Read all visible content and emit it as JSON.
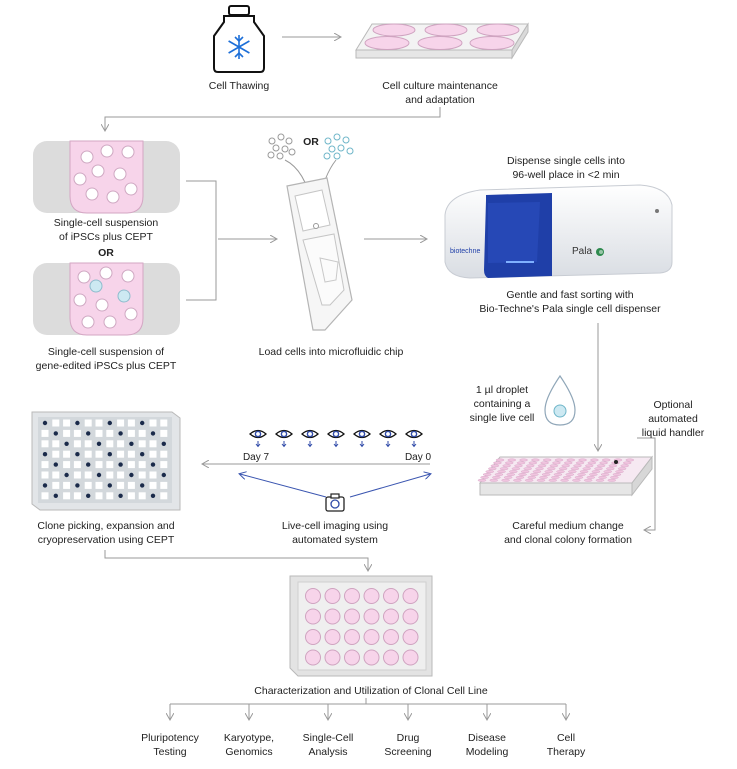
{
  "labels": {
    "cell_thawing": "Cell Thawing",
    "culture_1": "Cell culture maintenance",
    "culture_2": "and adaptation",
    "susp1_1": "Single-cell suspension",
    "susp1_2": "of iPSCs plus CEPT",
    "or_1": "OR",
    "or_2": "OR",
    "susp2_1": "Single-cell suspension of",
    "susp2_2": "gene-edited iPSCs plus CEPT",
    "load_chip": "Load cells into microfluidic chip",
    "dispense_1": "Dispense single cells into",
    "dispense_2": "96-well place in <2 min",
    "gentle_1": "Gentle and fast sorting with",
    "gentle_2": "Bio-Techne's Pala single cell dispenser",
    "droplet_1": "1 µl droplet",
    "droplet_2": "containing a",
    "droplet_3": "single live cell",
    "optional_1": "Optional",
    "optional_2": "automated",
    "optional_3": "liquid handler",
    "day7": "Day 7",
    "day0": "Day 0",
    "clone_1": "Clone picking, expansion and",
    "clone_2": "cryopreservation using CEPT",
    "live_1": "Live-cell imaging using",
    "live_2": "automated system",
    "careful_1": "Careful medium change",
    "careful_2": "and clonal colony formation",
    "characterization": "Characterization and Utilization of Clonal Cell Line",
    "brand_logo": "biotechne",
    "brand_pala": "Pala"
  },
  "outcomes": [
    {
      "l1": "Pluripotency",
      "l2": "Testing"
    },
    {
      "l1": "Karyotype,",
      "l2": "Genomics"
    },
    {
      "l1": "Single-Cell",
      "l2": "Analysis"
    },
    {
      "l1": "Drug",
      "l2": "Screening"
    },
    {
      "l1": "Disease",
      "l2": "Modeling"
    },
    {
      "l1": "Cell",
      "l2": "Therapy"
    }
  ],
  "icons": [
    "snowflake-icon",
    "eye-icon",
    "camera-icon",
    "droplet-icon"
  ],
  "colors": {
    "pink": "#f7d4ea",
    "pink_border": "#d9a8c8",
    "gray_panel": "#dcdcdc",
    "arrow": "#9a9a9a",
    "blue_accent": "#1f3fa8",
    "imaging_blue": "#2f4aa8",
    "light_blue_cell": "#cde9f2"
  }
}
